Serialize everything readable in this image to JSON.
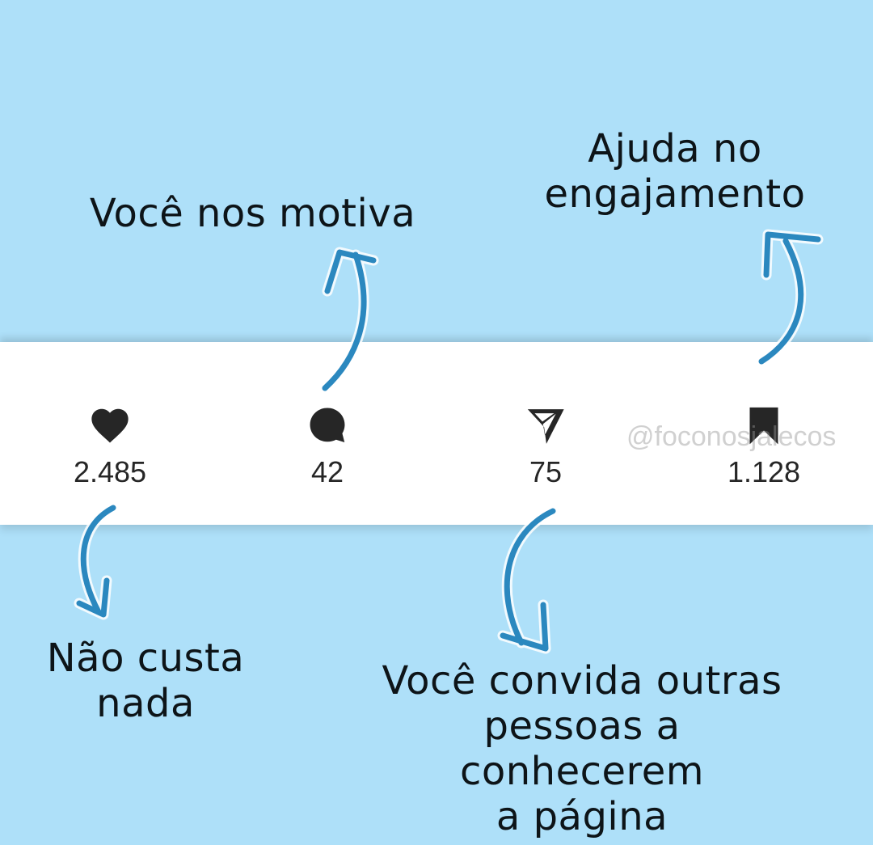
{
  "captions": {
    "motiva": "Você nos motiva",
    "engajamento": "Ajuda no\nengajamento",
    "custa": "Não custa\nnada",
    "convida": "Você convida outras\npessoas a conhecerem\na página"
  },
  "actions": {
    "like": {
      "icon": "heart-icon",
      "count": "2.485"
    },
    "comment": {
      "icon": "comment-bubble-icon",
      "count": "42"
    },
    "share": {
      "icon": "paper-plane-icon",
      "count": "75"
    },
    "save": {
      "icon": "bookmark-icon",
      "count": "1.128"
    }
  },
  "watermark": "@foconosjalecos",
  "colors": {
    "background": "#aee0f9",
    "bar": "#ffffff",
    "arrow": "#2b88bf",
    "icon": "#262626"
  }
}
